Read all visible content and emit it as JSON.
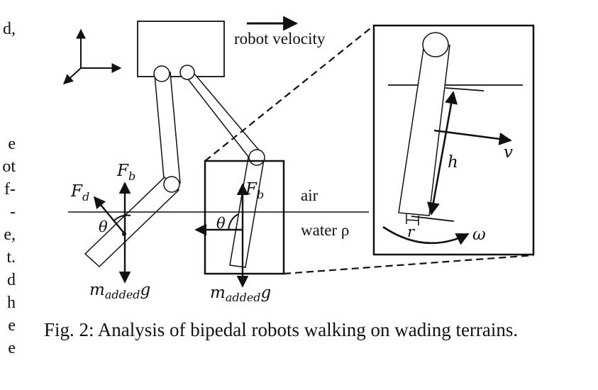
{
  "left_margin_text": [
    "d,",
    "e",
    "ot",
    "f-",
    "-",
    "e,",
    "t.",
    "d",
    "h",
    "e",
    "e"
  ],
  "labels": {
    "robot_velocity": "robot velocity",
    "air": "air",
    "water": "water ρ",
    "fd_main": "F",
    "fd_sub": "d",
    "fb_left_main": "F",
    "fb_left_sub": "b",
    "fb_right_main": "F",
    "fb_right_sub": "b",
    "theta_left": "θ",
    "theta_right": "θ",
    "mg_left_main": "m",
    "mg_left_sub": "added",
    "mg_left_g": "g",
    "mg_right_main": "m",
    "mg_right_sub": "added",
    "mg_right_g": "g",
    "h": "h",
    "v": "v",
    "r": "r",
    "omega": "ω"
  },
  "caption": "Fig. 2: Analysis of bipedal robots walking on wading terrains."
}
